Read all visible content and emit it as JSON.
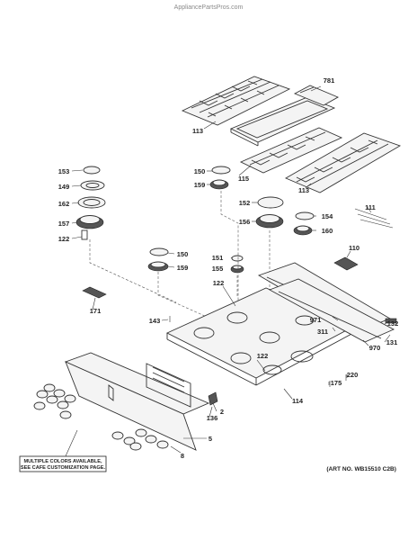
{
  "watermark": "AppliancePartsPros.com",
  "art_number": "(ART NO. WB15510 C2B)",
  "note_lines": [
    "MULTIPLE COLORS AVAILABLE,",
    "SEE CAFE CUSTOMIZATION PAGE."
  ],
  "callouts": {
    "c781": "781",
    "c113a": "113",
    "c113b": "113",
    "c115": "115",
    "c153": "153",
    "c149": "149",
    "c162": "162",
    "c157": "157",
    "c122a": "122",
    "c150a": "150",
    "c159a": "159",
    "c152": "152",
    "c156": "156",
    "c154": "154",
    "c160": "160",
    "c111": "111",
    "c110": "110",
    "c150b": "150",
    "c159b": "159",
    "c151": "151",
    "c155": "155",
    "c122b": "122",
    "c122c": "122",
    "c171": "171",
    "c143": "143",
    "c971": "971",
    "c311": "311",
    "c132": "132",
    "c131": "131",
    "c970": "970",
    "c220": "220",
    "c175": "175",
    "c114": "114",
    "c2": "2",
    "c136": "136",
    "c5": "5",
    "c8": "8"
  }
}
